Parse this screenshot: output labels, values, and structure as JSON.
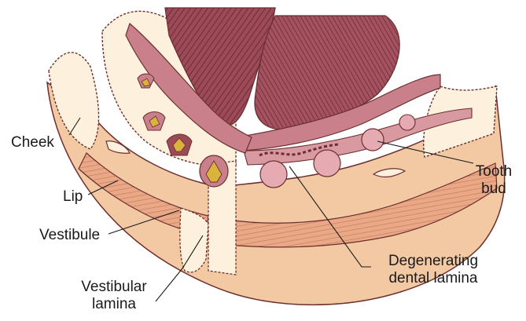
{
  "labels": {
    "cheek": "Cheek",
    "lip": "Lip",
    "vestibule": "Vestibule",
    "vestibular_lamina_1": "Vestibular",
    "vestibular_lamina_2": "lamina",
    "tooth_bud_1": "Tooth",
    "tooth_bud_2": "bud",
    "degenerating_1": "Degenerating",
    "degenerating_2": "dental lamina"
  },
  "colors": {
    "skin": "#f3c9a4",
    "skin_light": "#fbe3c6",
    "cut_surface": "#fdf1dd",
    "mucosa": "#c9808a",
    "mucosa_dark": "#8e3b4a",
    "tongue": "#9c4a58",
    "tooth_bud": "#e6aab2",
    "enamel": "#d9b33c",
    "outline": "#6b2f2f"
  }
}
